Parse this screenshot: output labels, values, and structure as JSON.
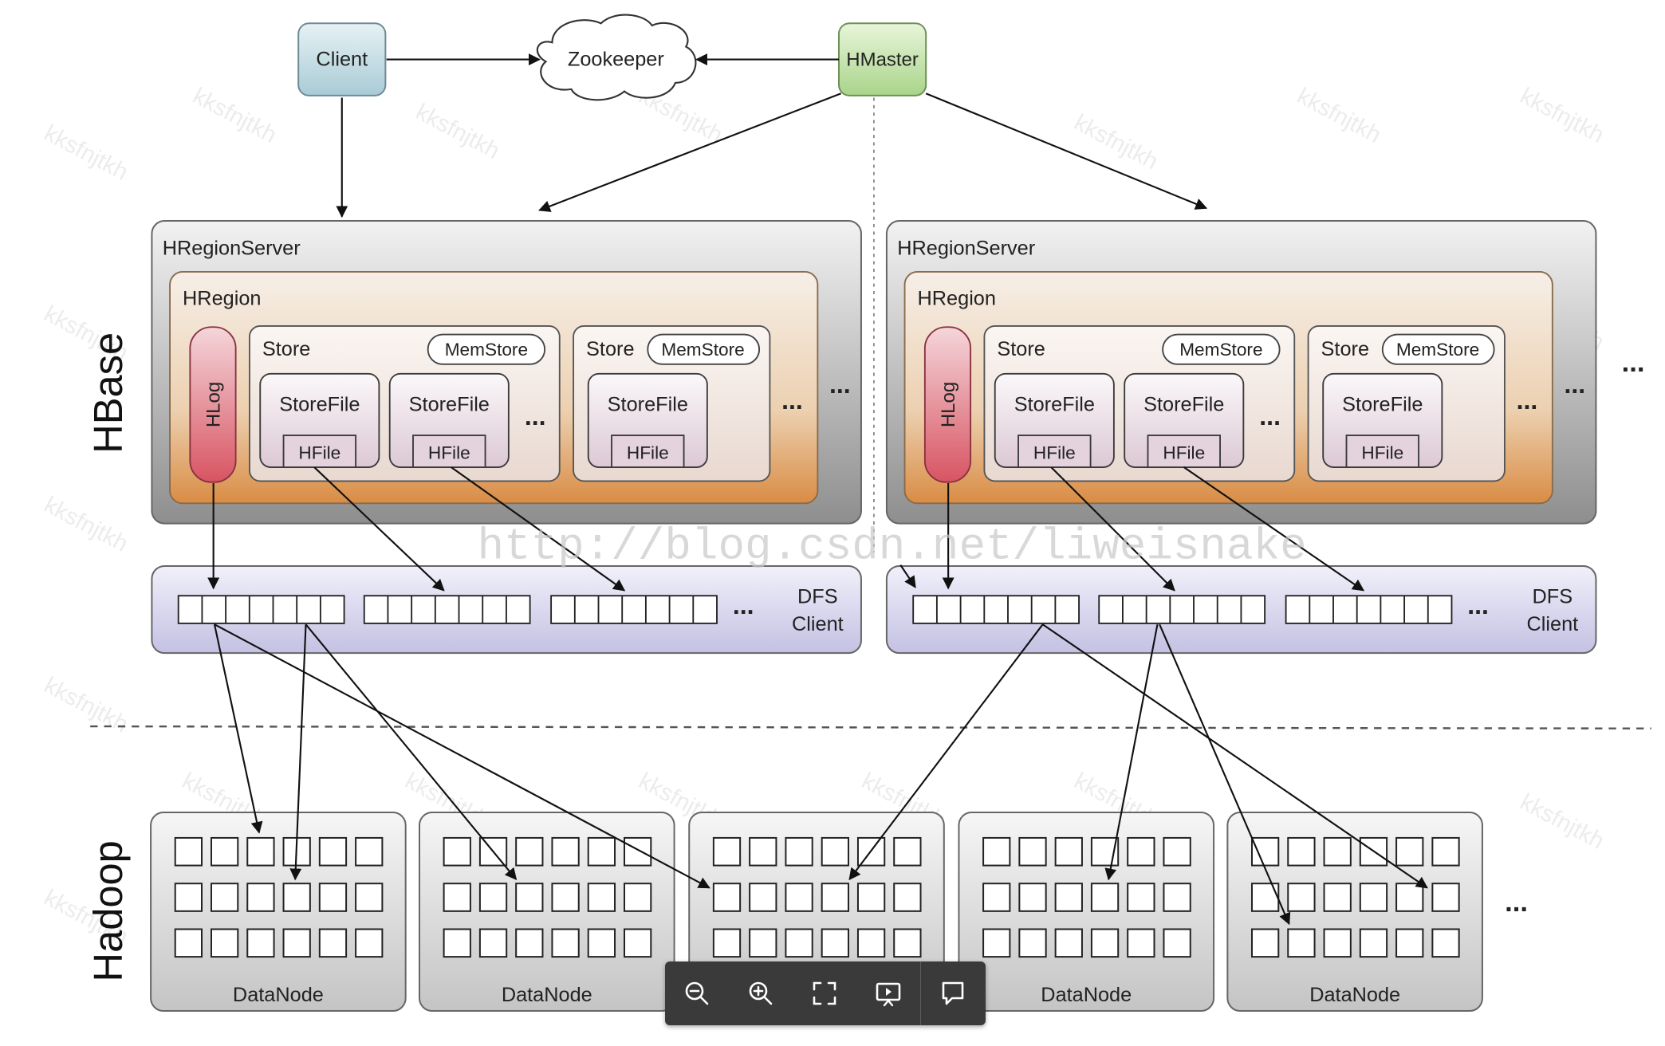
{
  "diagram": {
    "client": "Client",
    "zookeeper": "Zookeeper",
    "hmaster": "HMaster",
    "hregionserver": "HRegionServer",
    "hregion": "HRegion",
    "hlog": "HLog",
    "store": "Store",
    "memstore": "MemStore",
    "storefile": "StoreFile",
    "hfile": "HFile",
    "dfs_client_line1": "DFS",
    "dfs_client_line2": "Client",
    "datanode": "DataNode",
    "ellipsis": "...",
    "hbase_label": "HBase",
    "hadoop_label": "Hadoop"
  },
  "watermark": {
    "url": "http://blog.csdn.net/liweisnake",
    "tag": "kksfnjtkh"
  },
  "toolbar": {
    "buttons": [
      {
        "name": "zoom-out",
        "icon": "zoom-out-icon"
      },
      {
        "name": "zoom-in",
        "icon": "zoom-in-icon"
      },
      {
        "name": "fit-screen",
        "icon": "expand-icon"
      },
      {
        "name": "slideshow",
        "icon": "play-screen-icon"
      },
      {
        "name": "comment",
        "icon": "comment-icon"
      }
    ]
  },
  "colors": {
    "client_fill": "#cfe3ea",
    "hmaster_fill": "#cde8b4",
    "hlog_fill": "#e07880",
    "region_bg_top": "#f4ede6",
    "region_bg_bottom": "#d9904a",
    "dfs_fill": "#d4d2ea",
    "toolbar_bg": "#3a3a3a"
  }
}
